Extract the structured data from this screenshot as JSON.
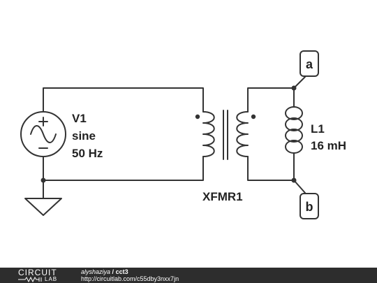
{
  "source": {
    "name": "V1",
    "type": "sine",
    "frequency": "50 Hz"
  },
  "transformer": {
    "name": "XFMR1"
  },
  "inductor": {
    "name": "L1",
    "value": "16 mH"
  },
  "nodes": {
    "top": "a",
    "bottom": "b"
  },
  "footer": {
    "logo_top": "CIRCUIT",
    "logo_bottom": "LAB",
    "author": "alyshaziya",
    "separator": "/",
    "circuit_name": "cct3",
    "url": "http://circuitlab.com/c55dby3nxx7jn"
  },
  "colors": {
    "wire": "#333333",
    "label": "#222222",
    "footer_bg": "#2d2d2d"
  }
}
